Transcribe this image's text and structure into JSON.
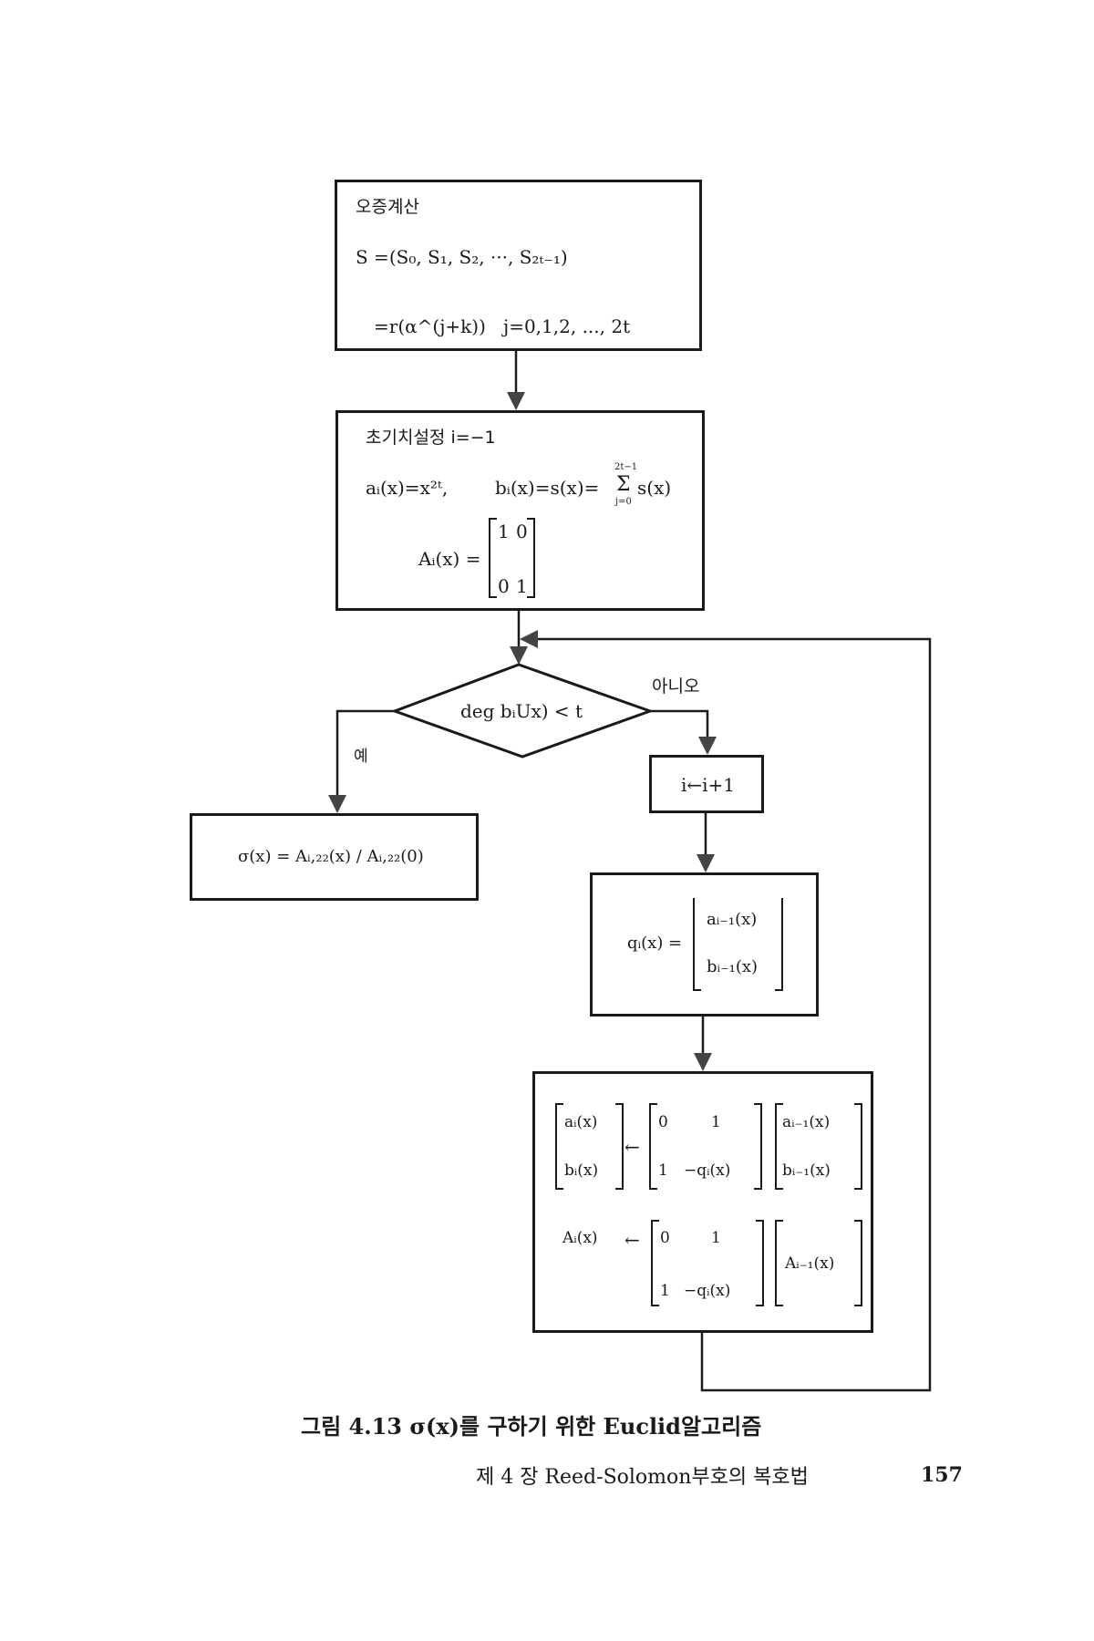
{
  "diagram": {
    "box_syndrome": {
      "title": "오증계산",
      "line1": "S =(S₀, S₁, S₂, ···, S₂ₜ₋₁)",
      "line2_left": "=r(α^(j+k))",
      "line2_right": "j=0,1,2, ..., 2t"
    },
    "box_init": {
      "title": "초기치설정 i=−1",
      "eq_a": "aᵢ(x)=x²ᵗ,",
      "eq_b": "bᵢ(x)=s(x)=",
      "sum_top": "2t−1",
      "sum_bottom": "j=0",
      "sum_symbol": "Σ",
      "sum_term": "s(x)",
      "matrix_label": "Aᵢ(x) =",
      "matrix": [
        [
          "1",
          "0"
        ],
        [
          "0",
          "1"
        ]
      ]
    },
    "decision": {
      "condition": "deg bᵢUx) < t",
      "yes_label": "예",
      "no_label": "아니오"
    },
    "box_result": {
      "formula": "σ(x) = Aᵢ,₂₂(x) / Aᵢ,₂₂(0)"
    },
    "box_increment": {
      "formula": "i←i+1"
    },
    "box_quotient": {
      "label": "qᵢ(x) =",
      "numerator": "aᵢ₋₁(x)",
      "denominator": "bᵢ₋₁(x)"
    },
    "box_update": {
      "row1_lhs": [
        "aᵢ(x)",
        "bᵢ(x)"
      ],
      "row1_matrix": [
        [
          "0",
          "1"
        ],
        [
          "1",
          "−qᵢ(x)"
        ]
      ],
      "row1_rhs": [
        "aᵢ₋₁(x)",
        "bᵢ₋₁(x)"
      ],
      "row2_lhs": "Aᵢ(x)",
      "row2_matrix": [
        [
          "0",
          "1"
        ],
        [
          "1",
          "−qᵢ(x)"
        ]
      ],
      "row2_rhs": "Aᵢ₋₁(x)",
      "arrow": "←"
    }
  },
  "caption": "그림 4.13  σ(x)를 구하기 위한 Euclid알고리즘",
  "footer": {
    "chapter": "제 4 장   Reed-Solomon부호의 복호법",
    "page_number": "157"
  }
}
